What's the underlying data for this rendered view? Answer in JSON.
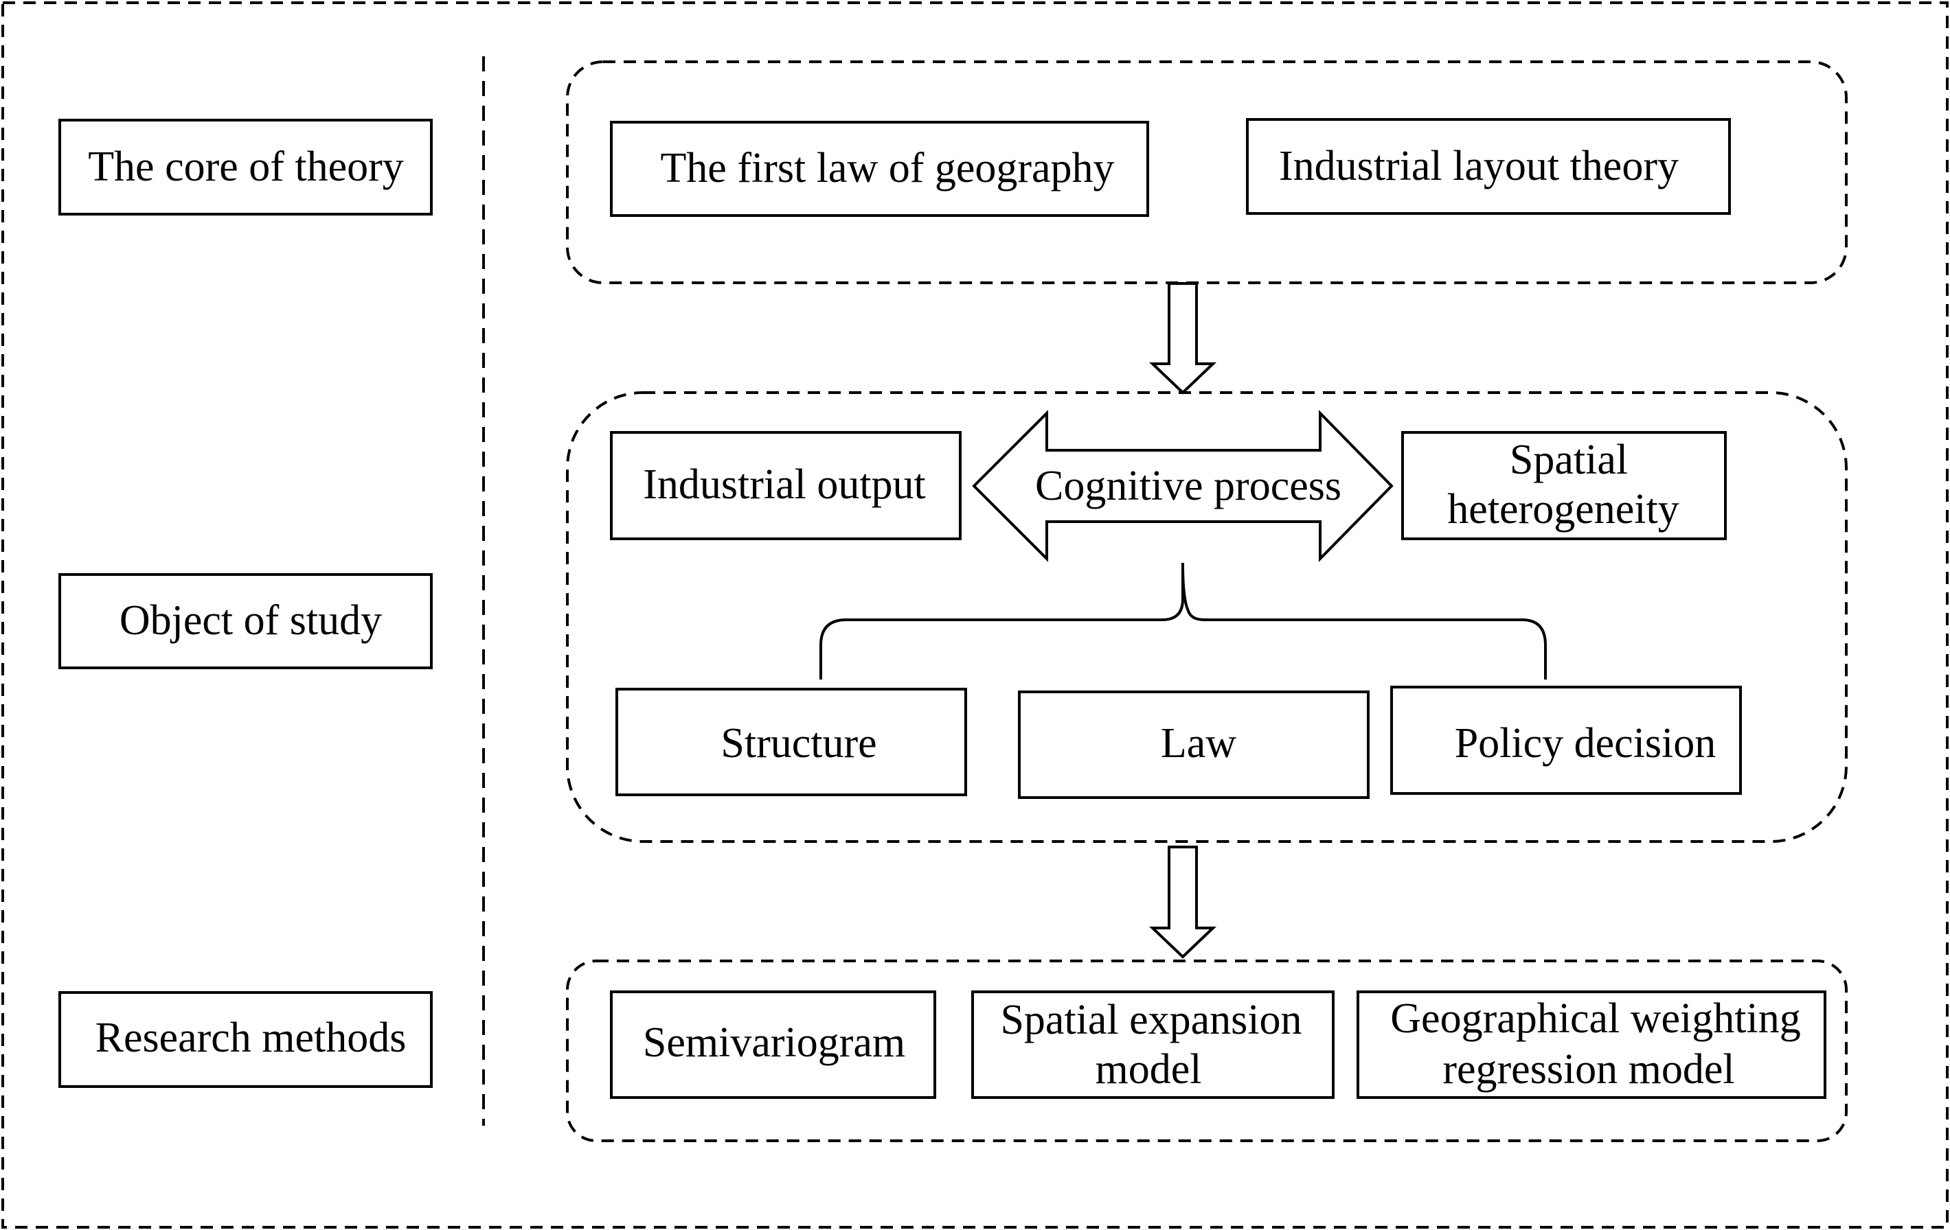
{
  "labels": {
    "core_of_theory": "The core of theory",
    "object_of_study": "Object of study",
    "research_methods": "Research methods"
  },
  "theory": {
    "first_law": "The first law of geography",
    "industrial_layout": "Industrial layout theory"
  },
  "object": {
    "industrial_output": "Industrial output",
    "cognitive_process": "Cognitive process",
    "spatial_heterogeneity_line1": "Spatial",
    "spatial_heterogeneity_line2": "heterogeneity",
    "structure": "Structure",
    "law": "Law",
    "policy_decision": "Policy decision"
  },
  "methods": {
    "semivariogram": "Semivariogram",
    "spatial_expansion_line1": "Spatial expansion",
    "spatial_expansion_line2": "model",
    "gwr_line1": "Geographical weighting",
    "gwr_line2": "regression model"
  }
}
